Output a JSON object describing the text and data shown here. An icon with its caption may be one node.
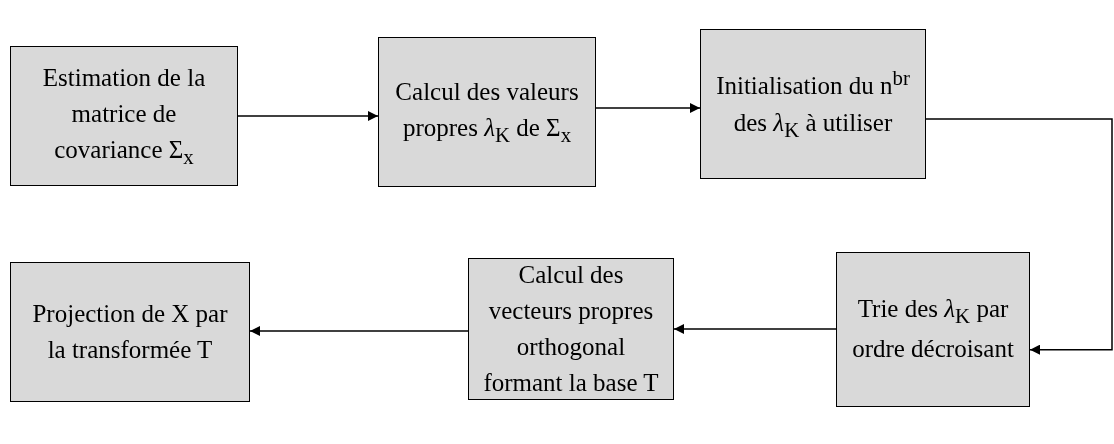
{
  "diagram": {
    "nodes": [
      {
        "text": [
          "Estimation de la matrice de covariance Σ$_{x}$"
        ]
      },
      {
        "text": [
          "Calcul des valeurs propres *λ*$_{K}$ de Σ$_{x}$"
        ]
      },
      {
        "text": [
          "Initialisation du n$^{br}$ des *λ*$_{K}$ à utiliser"
        ]
      },
      {
        "text": [
          "Trie des *λ*$_{K}$ par ordre décroisant"
        ]
      },
      {
        "text": [
          "Calcul des vecteurs propres orthogonal formant la base T"
        ]
      },
      {
        "text": [
          "Projection de X par la transformée T"
        ]
      }
    ],
    "edges": [
      {
        "from": 0,
        "to": 1,
        "arrow": "to"
      },
      {
        "from": 1,
        "to": 2,
        "arrow": "to"
      },
      {
        "from": 2,
        "to": 3,
        "arrow": "to"
      },
      {
        "from": 3,
        "to": 4,
        "arrow": "to"
      },
      {
        "from": 4,
        "to": 5,
        "arrow": "to"
      }
    ]
  }
}
